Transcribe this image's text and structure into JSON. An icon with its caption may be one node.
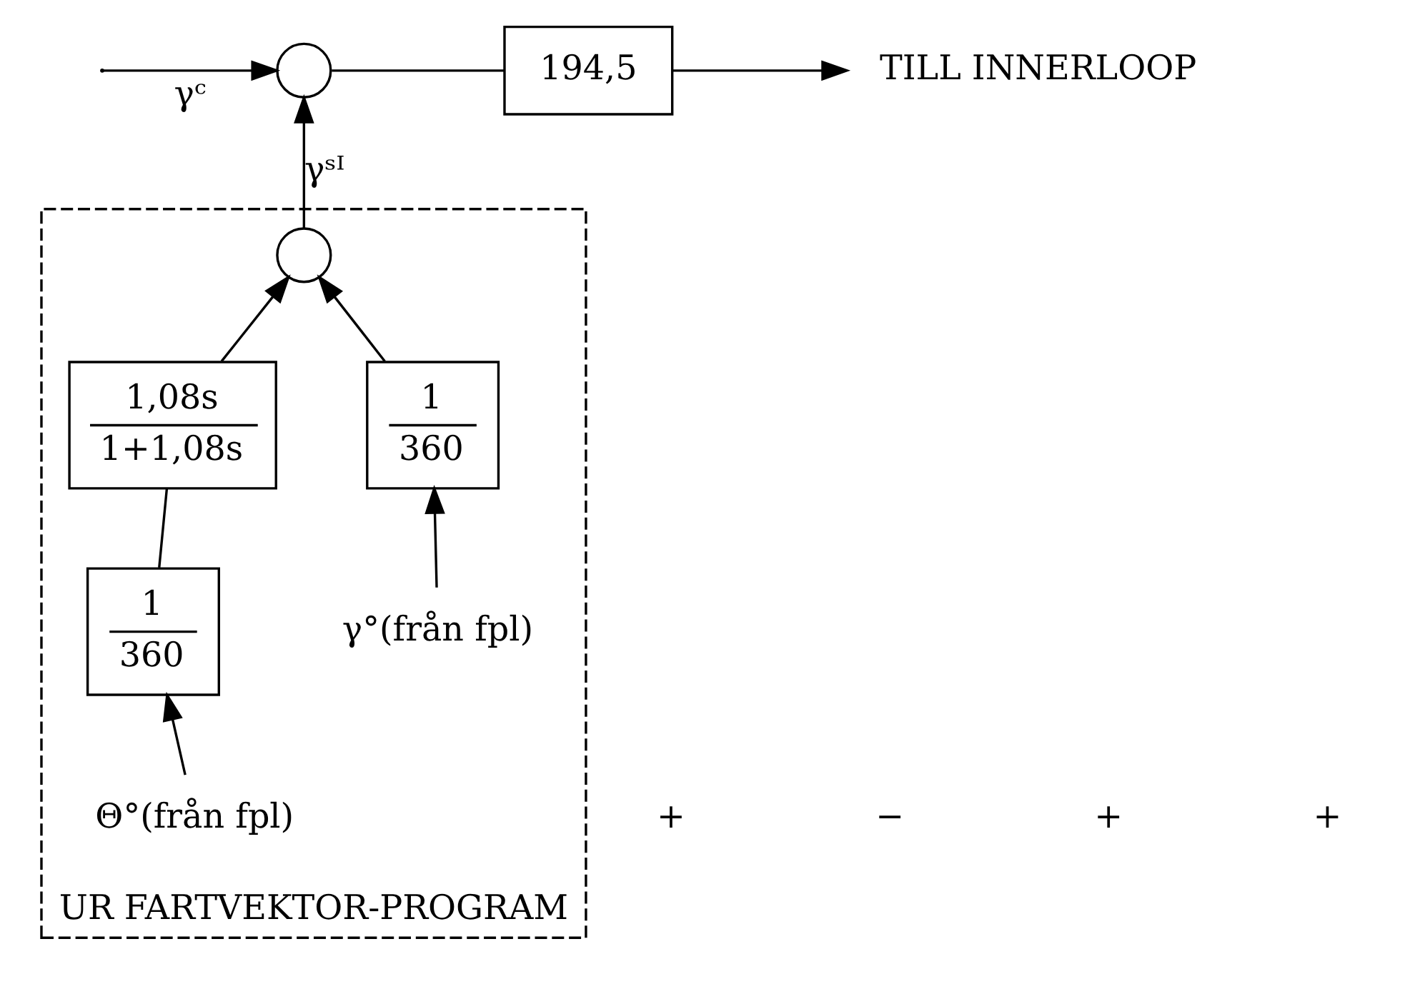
{
  "diagram": {
    "nodes": [
      {
        "text": [
          "UR FARTVEKTOR-PROGRAM"
        ]
      },
      {
        "text": [],
        "shape": "circle"
      },
      {
        "text": [
          "194,5"
        ]
      },
      {
        "text": [
          "TILL INNERLOOP"
        ]
      },
      {
        "text": [],
        "shape": "circle",
        "in": 0
      },
      {
        "text": [
          "1",
          "360"
        ],
        "in": 0
      },
      {
        "text": [
          "1,08s",
          "1+1,08s"
        ],
        "in": 0
      },
      {
        "text": [
          "1",
          "360"
        ],
        "in": 0
      },
      {
        "text": [
          "γ°(från fpl)"
        ],
        "in": 0
      },
      {
        "text": [
          "Θ°(från fpl)"
        ],
        "in": 0
      }
    ],
    "edges": [
      {
        "from": null,
        "to": 1,
        "arrow": "to",
        "label": "γᶜ"
      },
      {
        "from": 1,
        "to": 2,
        "arrow": "none"
      },
      {
        "from": 2,
        "to": 3,
        "arrow": "to"
      },
      {
        "from": 4,
        "to": 1,
        "arrow": "to",
        "label": "γˢᴵ"
      },
      {
        "from": 5,
        "to": 4,
        "arrow": "to"
      },
      {
        "from": 6,
        "to": 4,
        "arrow": "to"
      },
      {
        "from": 7,
        "to": 6,
        "arrow": "none"
      },
      {
        "from": 8,
        "to": 5,
        "arrow": "to"
      },
      {
        "from": 9,
        "to": 7,
        "arrow": "to"
      }
    ],
    "labels": [
      "+",
      "−",
      "+",
      "+"
    ]
  }
}
